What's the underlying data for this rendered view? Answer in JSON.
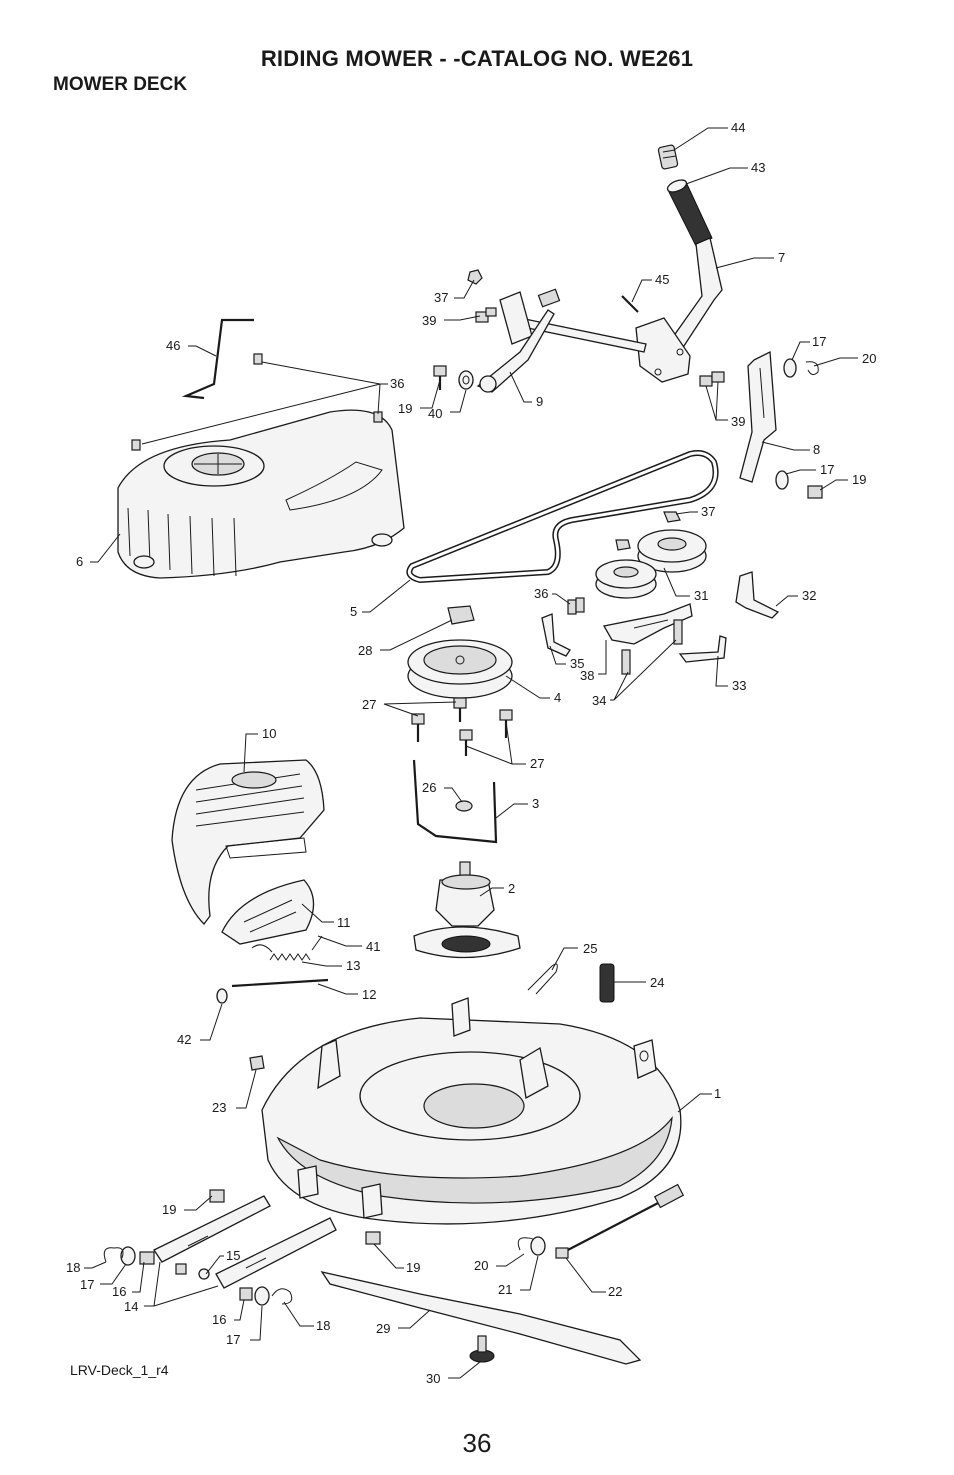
{
  "header": {
    "title": "RIDING MOWER - -CATALOG NO.   WE261",
    "section": "MOWER DECK"
  },
  "footer": {
    "drawing_code": "LRV-Deck_1_r4",
    "page_number": "36"
  },
  "callouts": [
    {
      "id": "c44a",
      "text": "44"
    },
    {
      "id": "c43a",
      "text": "43"
    },
    {
      "id": "c7a",
      "text": "7"
    },
    {
      "id": "c45a",
      "text": "45"
    },
    {
      "id": "c37a",
      "text": "37"
    },
    {
      "id": "c39a",
      "text": "39"
    },
    {
      "id": "c46a",
      "text": "46"
    },
    {
      "id": "c36a",
      "text": "36"
    },
    {
      "id": "c19a",
      "text": "19"
    },
    {
      "id": "c40a",
      "text": "40"
    },
    {
      "id": "c9a",
      "text": "9"
    },
    {
      "id": "c17a",
      "text": "17"
    },
    {
      "id": "c20a",
      "text": "20"
    },
    {
      "id": "c39b",
      "text": "39"
    },
    {
      "id": "c8a",
      "text": "8"
    },
    {
      "id": "c17b",
      "text": "17"
    },
    {
      "id": "c19b",
      "text": "19"
    },
    {
      "id": "c6a",
      "text": "6"
    },
    {
      "id": "c37b",
      "text": "37"
    },
    {
      "id": "c5a",
      "text": "5"
    },
    {
      "id": "c36b",
      "text": "36"
    },
    {
      "id": "c31a",
      "text": "31"
    },
    {
      "id": "c32a",
      "text": "32"
    },
    {
      "id": "c28a",
      "text": "28"
    },
    {
      "id": "c35a",
      "text": "35"
    },
    {
      "id": "c38a",
      "text": "38"
    },
    {
      "id": "c34a",
      "text": "34"
    },
    {
      "id": "c33a",
      "text": "33"
    },
    {
      "id": "c4a",
      "text": "4"
    },
    {
      "id": "c27a",
      "text": "27"
    },
    {
      "id": "c27b",
      "text": "27"
    },
    {
      "id": "c10a",
      "text": "10"
    },
    {
      "id": "c26a",
      "text": "26"
    },
    {
      "id": "c3a",
      "text": "3"
    },
    {
      "id": "c2a",
      "text": "2"
    },
    {
      "id": "c11a",
      "text": "11"
    },
    {
      "id": "c41a",
      "text": "41"
    },
    {
      "id": "c13a",
      "text": "13"
    },
    {
      "id": "c25a",
      "text": "25"
    },
    {
      "id": "c24a",
      "text": "24"
    },
    {
      "id": "c12a",
      "text": "12"
    },
    {
      "id": "c42a",
      "text": "42"
    },
    {
      "id": "c1a",
      "text": "1"
    },
    {
      "id": "c23a",
      "text": "23"
    },
    {
      "id": "c19c",
      "text": "19"
    },
    {
      "id": "c18a",
      "text": "18"
    },
    {
      "id": "c15a",
      "text": "15"
    },
    {
      "id": "c17c",
      "text": "17"
    },
    {
      "id": "c16a",
      "text": "16"
    },
    {
      "id": "c19d",
      "text": "19"
    },
    {
      "id": "c20b",
      "text": "20"
    },
    {
      "id": "c21a",
      "text": "21"
    },
    {
      "id": "c22a",
      "text": "22"
    },
    {
      "id": "c14a",
      "text": "14"
    },
    {
      "id": "c16b",
      "text": "16"
    },
    {
      "id": "c18b",
      "text": "18"
    },
    {
      "id": "c17d",
      "text": "17"
    },
    {
      "id": "c29a",
      "text": "29"
    },
    {
      "id": "c30a",
      "text": "30"
    }
  ]
}
